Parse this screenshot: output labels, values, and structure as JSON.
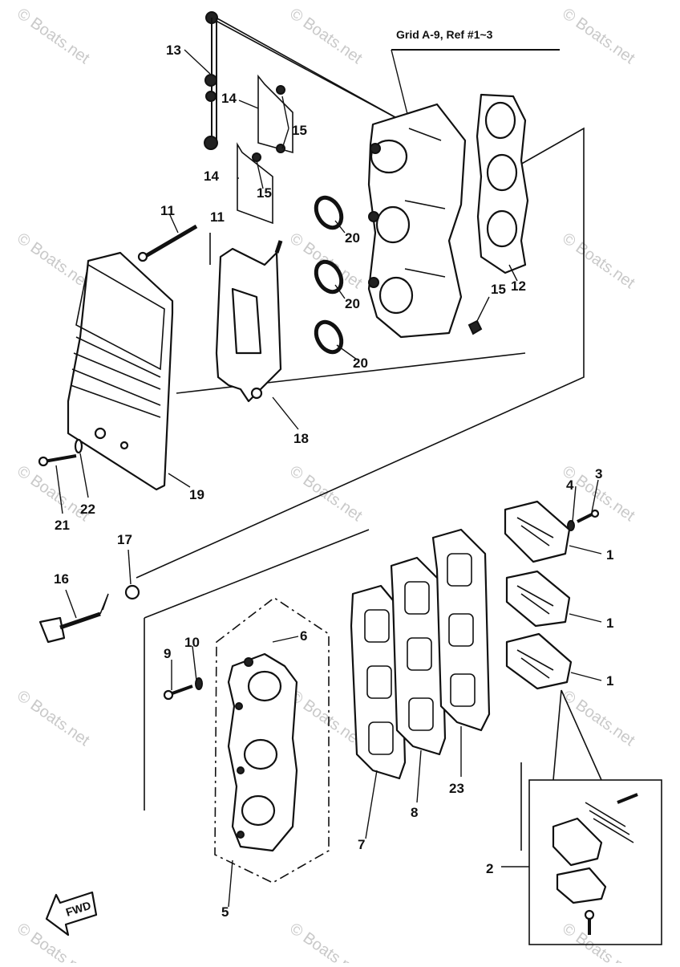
{
  "diagram": {
    "grid_reference": "Grid A-9, Ref #1~3",
    "watermark": "© Boats.net",
    "direction_arrow_label": "FWD",
    "callouts": [
      "1",
      "1",
      "1",
      "2",
      "3",
      "4",
      "5",
      "6",
      "7",
      "8",
      "9",
      "10",
      "11",
      "11",
      "12",
      "13",
      "14",
      "14",
      "15",
      "15",
      "15",
      "16",
      "17",
      "18",
      "19",
      "20",
      "20",
      "20",
      "21",
      "22",
      "23"
    ]
  }
}
